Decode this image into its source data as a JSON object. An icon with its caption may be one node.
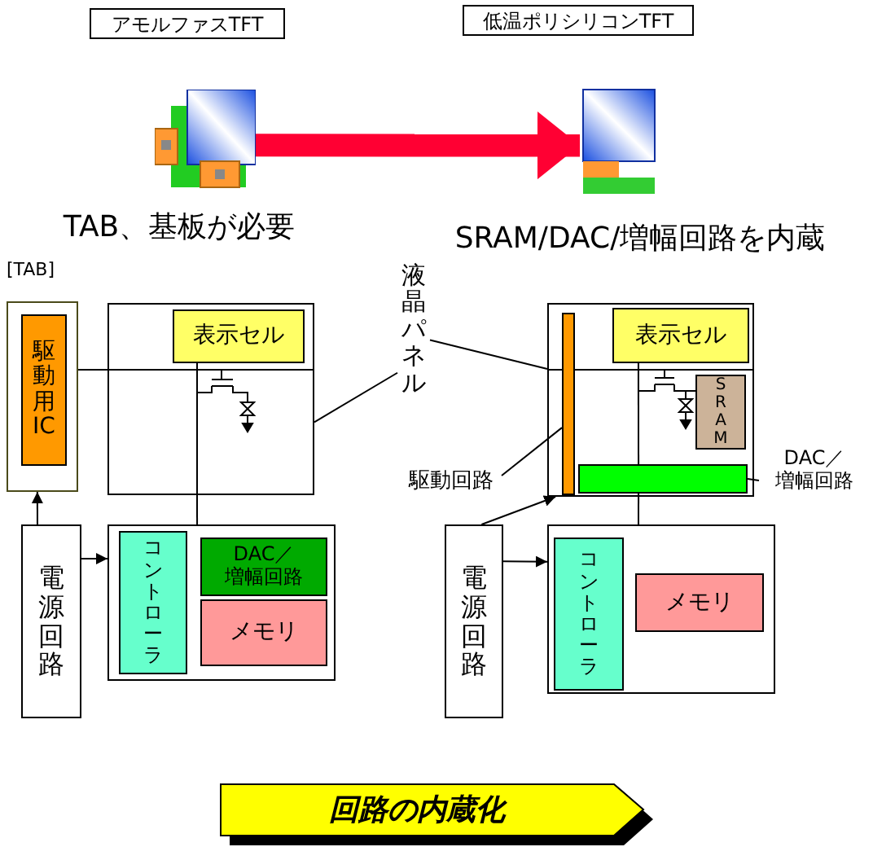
{
  "diagram": {
    "nodes": [
      {
        "text": [
          "アモルファスTFT"
        ]
      },
      {
        "text": [
          "低温ポリシリコンTFT"
        ]
      },
      {
        "text": [],
        "shape": "picture",
        "beside": [
          "TAB、基板が必要"
        ]
      },
      {
        "text": [],
        "shape": "picture",
        "beside": [
          "SRAM/DAC/増幅回路を内蔵"
        ]
      },
      {
        "text": [
          "液晶パネル"
        ]
      },
      {
        "text": [],
        "shape": "box"
      },
      {
        "text": [
          "駆動用IC"
        ],
        "in": 5
      },
      {
        "text": [],
        "shape": "box"
      },
      {
        "text": [
          "表示セル"
        ],
        "in": 7
      },
      {
        "text": [
          "電源回路"
        ]
      },
      {
        "text": [],
        "shape": "box"
      },
      {
        "text": [
          "コントローラ"
        ],
        "in": 10
      },
      {
        "text": [
          "DAC／",
          "増幅回路"
        ],
        "in": 10
      },
      {
        "text": [
          "メモリ"
        ],
        "in": 10
      },
      {
        "text": [],
        "shape": "box"
      },
      {
        "text": [],
        "shape": "bar",
        "in": 14
      },
      {
        "text": [
          "表示セル"
        ],
        "in": 14
      },
      {
        "text": [
          "SRAM"
        ],
        "in": 14
      },
      {
        "text": [],
        "shape": "bar",
        "in": 14
      },
      {
        "text": [
          "駆動回路"
        ]
      },
      {
        "text": [
          "DAC／",
          "増幅回路"
        ]
      },
      {
        "text": [
          "電源回路"
        ]
      },
      {
        "text": [],
        "shape": "box"
      },
      {
        "text": [
          "コントローラ"
        ],
        "in": 22
      },
      {
        "text": [
          "メモリ"
        ],
        "in": 22
      },
      {
        "text": [
          "回路の内蔵化"
        ]
      }
    ],
    "edges": [
      {
        "from": 2,
        "to": 3,
        "arrow": "to",
        "style": "thick",
        "color": "#ff0033"
      },
      {
        "from": 4,
        "to": 7,
        "arrow": "none"
      },
      {
        "from": 4,
        "to": 14,
        "arrow": "none"
      },
      {
        "from": 5,
        "to": 7,
        "arrow": "none"
      },
      {
        "from": 9,
        "to": 5,
        "arrow": "to"
      },
      {
        "from": 9,
        "to": 10,
        "arrow": "to"
      },
      {
        "from": 8,
        "to": 10,
        "arrow": "none"
      },
      {
        "from": 19,
        "to": 15,
        "arrow": "none"
      },
      {
        "from": 20,
        "to": 18,
        "arrow": "none"
      },
      {
        "from": 21,
        "to": 14,
        "arrow": "to"
      },
      {
        "from": 21,
        "to": 22,
        "arrow": "to"
      },
      {
        "from": 16,
        "to": 18,
        "arrow": "none"
      },
      {
        "from": 18,
        "to": 22,
        "arrow": "none"
      }
    ],
    "labels": [
      "[TAB]"
    ]
  }
}
